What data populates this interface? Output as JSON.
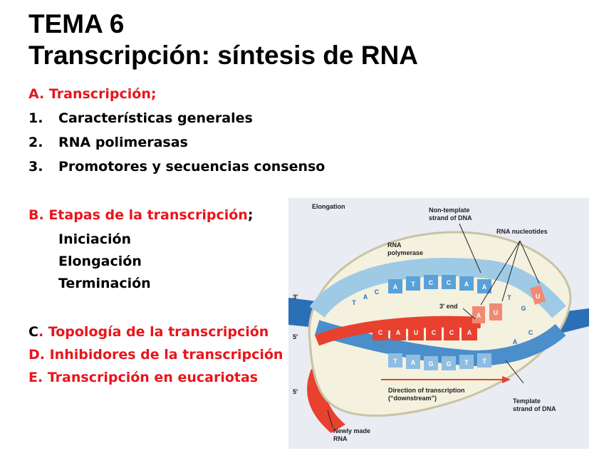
{
  "slide": {
    "title_line1": "TEMA 6",
    "title_line2": "Transcripción: síntesis de RNA"
  },
  "outline": {
    "a_heading": "A. Transcripción;",
    "a_items": [
      {
        "num": "1.",
        "text": "Características generales"
      },
      {
        "num": "2.",
        "text": "RNA polimerasas"
      },
      {
        "num": "3.",
        "text": "Promotores y secuencias consenso"
      }
    ],
    "b_heading": "B. Etapas de la transcripción",
    "b_punct": ";",
    "b_items": [
      "Iniciación",
      "Elongación",
      "Terminación"
    ],
    "c_letter": "C",
    "c_text": ". Topología de la transcripción",
    "d_text": "D. Inhibidores de la transcripción",
    "e_text": "E. Transcripción en eucariotas"
  },
  "figure": {
    "title": "Elongation",
    "label_non_template": [
      "Non-template",
      "strand of DNA"
    ],
    "label_rna_nucleotides": "RNA nucleotides",
    "label_polymerase": [
      "RNA",
      "polymerase"
    ],
    "label_3end": "3′ end",
    "label_direction": [
      "Direction of transcription",
      "(“downstream”)"
    ],
    "label_template": [
      "Template",
      "strand of DNA"
    ],
    "label_newly": [
      "Newly made",
      "RNA"
    ],
    "label_3prime": "3′",
    "label_5prime_a": "5′",
    "label_5prime_b": "5′",
    "top_bases": [
      "A",
      "T",
      "C",
      "C",
      "A",
      "A"
    ],
    "rna_bases": [
      "C",
      "A",
      "U",
      "C",
      "C",
      "A"
    ],
    "template_bases": [
      "T",
      "A",
      "G",
      "G",
      "T",
      "T"
    ],
    "left_bases": [
      "T",
      "A",
      "C"
    ],
    "free_nucleotide": "U",
    "incoming_bases": [
      "A",
      "U"
    ],
    "right_top_bases": [
      "T",
      "G"
    ],
    "right_bottom_bases": [
      "A",
      "C"
    ],
    "colors": {
      "title_red": "#e8151b",
      "background": "#e9ecf2",
      "polymerase": "#f4f1df",
      "dna_blue": "#4a8ecb",
      "dna_light": "#9ecae6",
      "rna_red": "#e8412f"
    }
  }
}
